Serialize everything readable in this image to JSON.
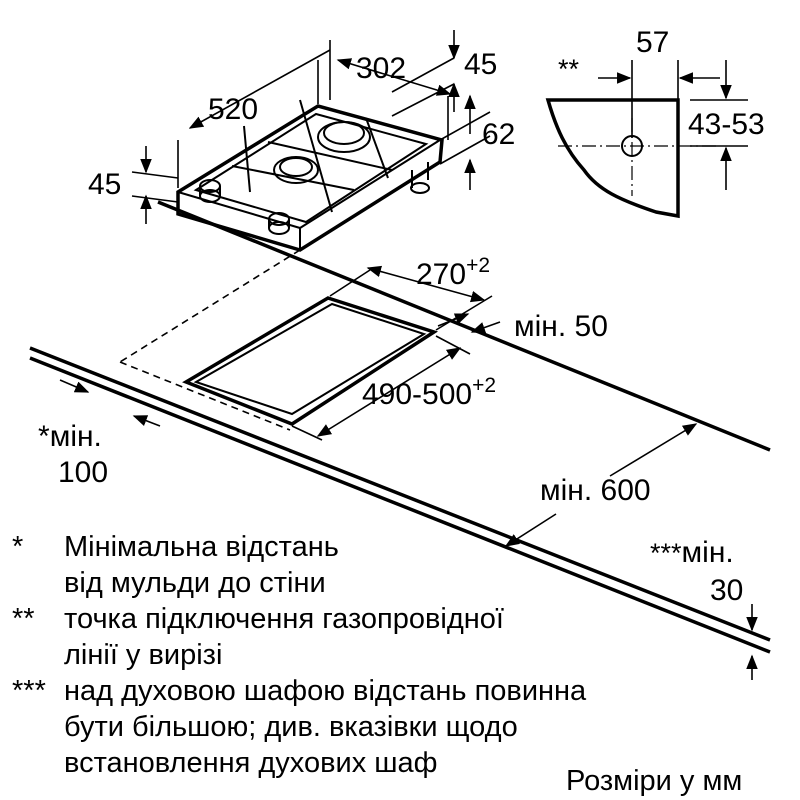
{
  "hob": {
    "width": "520",
    "depth": "302",
    "height_front": "45",
    "height_back": "45",
    "depth_below": "62"
  },
  "section": {
    "offset": "57",
    "range": "43-53",
    "mark": "**"
  },
  "cutout": {
    "width": "270",
    "width_tol": "+2",
    "depth": "490-500",
    "depth_tol": "+2",
    "min_side": "мін. 50",
    "min_back_mark": "*",
    "min_back_label": "мін.",
    "min_back_value": "100",
    "min_top": "мін. 600",
    "min_oven_mark": "***",
    "min_oven_label": "мін.",
    "min_oven_value": "30"
  },
  "notes": [
    {
      "mark": "*",
      "lines": [
        "Мінімальна відстань",
        "від мульди до стіни"
      ]
    },
    {
      "mark": "**",
      "lines": [
        "точка підключення газопровідної",
        "лінії у вирізі"
      ]
    },
    {
      "mark": "***",
      "lines": [
        "над духовою шафою відстань повинна",
        "бути більшою; див. вказівки щодо",
        "встановлення духових шаф"
      ]
    }
  ],
  "units_caption": "Розміри у мм"
}
